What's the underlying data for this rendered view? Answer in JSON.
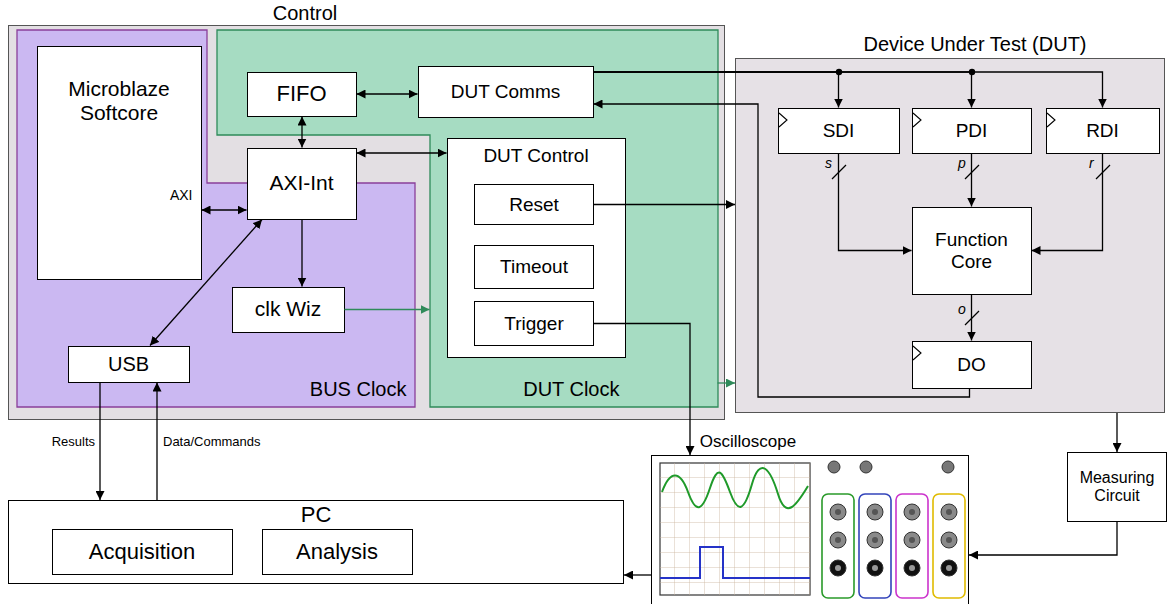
{
  "diagram": {
    "nodes": [
      {
        "text": [
          "Control"
        ]
      },
      {
        "text": [
          "BUS Clock"
        ],
        "in": 0
      },
      {
        "text": [
          "DUT Clock"
        ],
        "in": 0
      },
      {
        "text": [
          "Microblaze Softcore",
          "AXI"
        ],
        "in": 1
      },
      {
        "text": [
          "AXI-Int"
        ],
        "in": 1
      },
      {
        "text": [
          "clk Wiz"
        ],
        "in": 1
      },
      {
        "text": [
          "USB"
        ],
        "in": 1
      },
      {
        "text": [
          "FIFO"
        ],
        "in": 2
      },
      {
        "text": [
          "DUT Comms"
        ],
        "in": 2
      },
      {
        "text": [
          "DUT Control"
        ],
        "in": 2
      },
      {
        "text": [
          "Reset"
        ],
        "in": 9
      },
      {
        "text": [
          "Timeout"
        ],
        "in": 9
      },
      {
        "text": [
          "Trigger"
        ],
        "in": 9
      },
      {
        "text": [
          "Device Under Test (DUT)"
        ]
      },
      {
        "text": [
          "SDI"
        ],
        "in": 13
      },
      {
        "text": [
          "PDI"
        ],
        "in": 13
      },
      {
        "text": [
          "RDI"
        ],
        "in": 13
      },
      {
        "text": [
          "Function Core"
        ],
        "in": 13
      },
      {
        "text": [
          "DO"
        ],
        "in": 13
      },
      {
        "text": [
          "PC"
        ]
      },
      {
        "text": [
          "Acquisition"
        ],
        "in": 19
      },
      {
        "text": [
          "Analysis"
        ],
        "in": 19
      },
      {
        "text": [
          "Oscilloscope"
        ]
      },
      {
        "text": [
          "Measuring Circuit"
        ]
      }
    ],
    "edges": [
      {
        "from": 3,
        "to": 4,
        "arrow": "both"
      },
      {
        "from": 7,
        "to": 4,
        "arrow": "both"
      },
      {
        "from": 7,
        "to": 8,
        "arrow": "both"
      },
      {
        "from": 4,
        "to": 9,
        "arrow": "both"
      },
      {
        "from": 4,
        "to": 6,
        "arrow": "both"
      },
      {
        "from": 4,
        "to": 5,
        "arrow": "to"
      },
      {
        "from": 5,
        "to": 2,
        "arrow": "to"
      },
      {
        "from": 2,
        "to": 13,
        "arrow": "to"
      },
      {
        "from": 8,
        "to": 14,
        "arrow": "to"
      },
      {
        "from": 8,
        "to": 15,
        "arrow": "to"
      },
      {
        "from": 8,
        "to": 16,
        "arrow": "to"
      },
      {
        "from": 18,
        "to": 8,
        "arrow": "to"
      },
      {
        "from": 10,
        "to": 13,
        "arrow": "to"
      },
      {
        "from": 12,
        "to": 22,
        "arrow": "to"
      },
      {
        "from": 14,
        "to": 17,
        "label": "s",
        "arrow": "to"
      },
      {
        "from": 15,
        "to": 17,
        "label": "p",
        "arrow": "to"
      },
      {
        "from": 16,
        "to": 17,
        "label": "r",
        "arrow": "to"
      },
      {
        "from": 17,
        "to": 18,
        "label": "o",
        "arrow": "to"
      },
      {
        "from": 13,
        "to": 23,
        "arrow": "to"
      },
      {
        "from": 23,
        "to": 22,
        "arrow": "to"
      },
      {
        "from": 22,
        "to": 19,
        "arrow": "to"
      },
      {
        "from": 6,
        "to": 19,
        "label": "Results",
        "arrow": "to"
      },
      {
        "from": 19,
        "to": 6,
        "label": "Data/Commands",
        "arrow": "to"
      }
    ]
  }
}
